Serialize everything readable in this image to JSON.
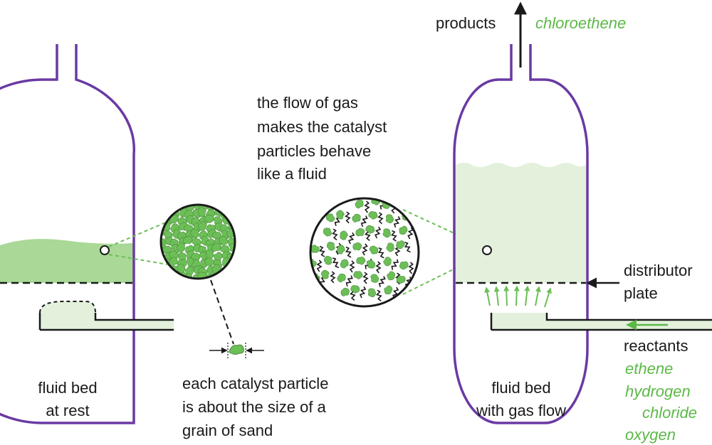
{
  "labels": {
    "products": "products",
    "chloroethene": "chloroethene",
    "gas_flow_caption": [
      "the flow of gas",
      "makes the catalyst",
      "particles behave",
      "like a fluid"
    ],
    "distributor_plate": [
      "distributor",
      "plate"
    ],
    "reactants": "reactants",
    "reactant_list": [
      "ethene",
      "hydrogen",
      "chloride",
      "oxygen"
    ],
    "rest_caption": [
      "fluid bed",
      "at rest"
    ],
    "flow_caption": [
      "fluid bed",
      "with gas flow"
    ],
    "particle_caption": [
      "each catalyst particle",
      "is about the size of a",
      "grain of sand"
    ]
  },
  "colors": {
    "vessel": "#6a3aa3",
    "green": "#6cbf57",
    "green_light": "#e3f1dc",
    "green_bed": "#a9d897",
    "arrow_green": "#5cb847",
    "black": "#1a1a1a"
  }
}
